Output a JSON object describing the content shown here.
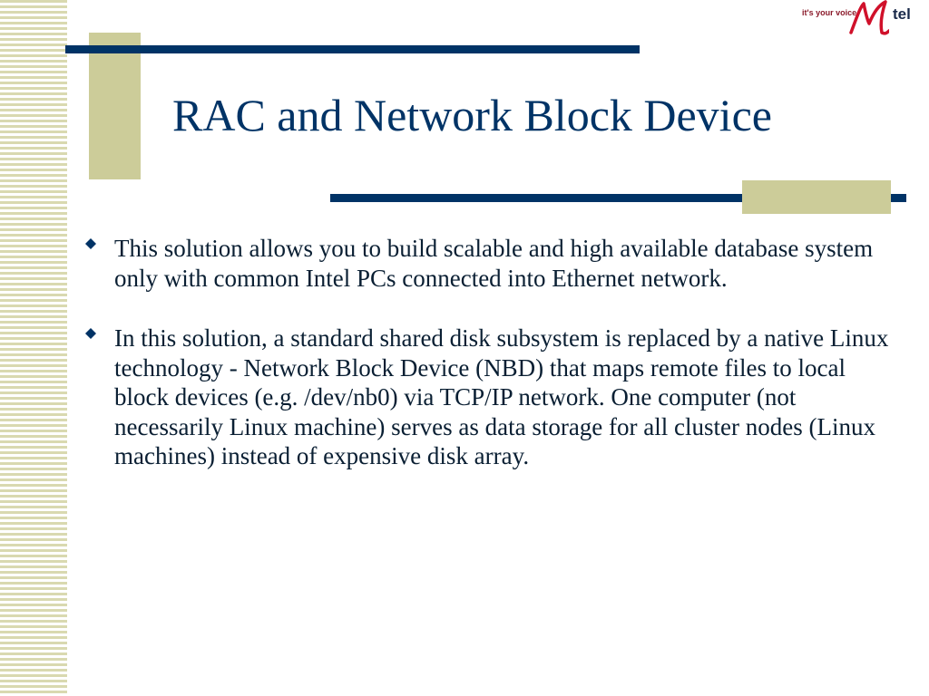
{
  "slide": {
    "title": "RAC and Network Block Device",
    "bullets": [
      {
        "text": "This solution allows you to build scalable and high available database system only with common Intel PCs connected into Ethernet network.",
        "icon": "diamond-bullet-icon"
      },
      {
        "text": "In this solution, a standard shared disk subsystem is replaced by a native Linux technology - Network Block Device (NBD) that maps remote files to local block devices (e.g. /dev/nb0) via TCP/IP network. One computer (not necessarily Linux machine) serves as data storage for all cluster nodes (Linux machines) instead of expensive disk array.",
        "icon": "diamond-bullet-icon"
      }
    ]
  },
  "logo": {
    "tagline": "it's your voice.",
    "brand": "tel",
    "icon": "mtel-logo-icon"
  },
  "colors": {
    "title": "#003366",
    "accent_line": "#003366",
    "accent_block": "#cccc99",
    "logo_red": "#d0102a"
  }
}
